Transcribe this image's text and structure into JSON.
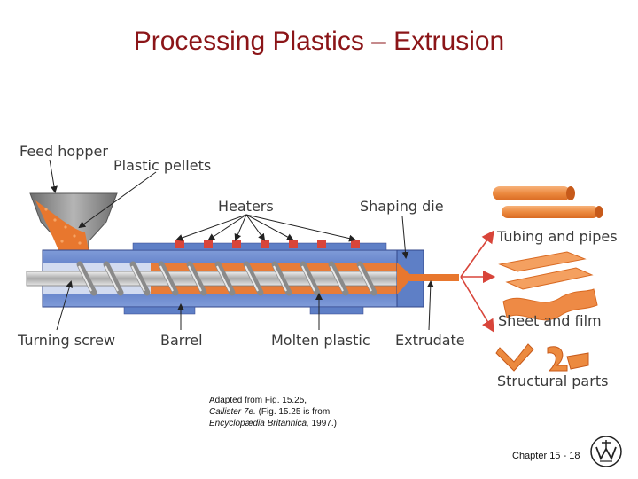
{
  "slide": {
    "title": "Processing Plastics – Extrusion",
    "caption": {
      "line1": "Adapted from Fig. 15.25,",
      "line2_italic": "Callister 7e.",
      "line2_rest": "  (Fig. 15.25 is from",
      "line3_italic": "Encyclopædia Britannica,",
      "line3_rest": " 1997.)"
    },
    "footer": {
      "chapter": "Chapter 15 - ",
      "page": "18"
    }
  },
  "diagram": {
    "labels": {
      "feed_hopper": "Feed hopper",
      "plastic_pellets": "Plastic pellets",
      "heaters": "Heaters",
      "shaping_die": "Shaping die",
      "tubing_and_pipes": "Tubing and pipes",
      "sheet_and_film": "Sheet and film",
      "structural_parts": "Structural parts",
      "turning_screw": "Turning screw",
      "barrel": "Barrel",
      "molten_plastic": "Molten plastic",
      "extrudate": "Extrudate"
    },
    "colors": {
      "title": "#8b1518",
      "barrel": "#5e7fc6",
      "orange": "#e8772e",
      "heater_red": "#d8453a"
    },
    "icons": [
      "wiley-logo-icon"
    ]
  }
}
